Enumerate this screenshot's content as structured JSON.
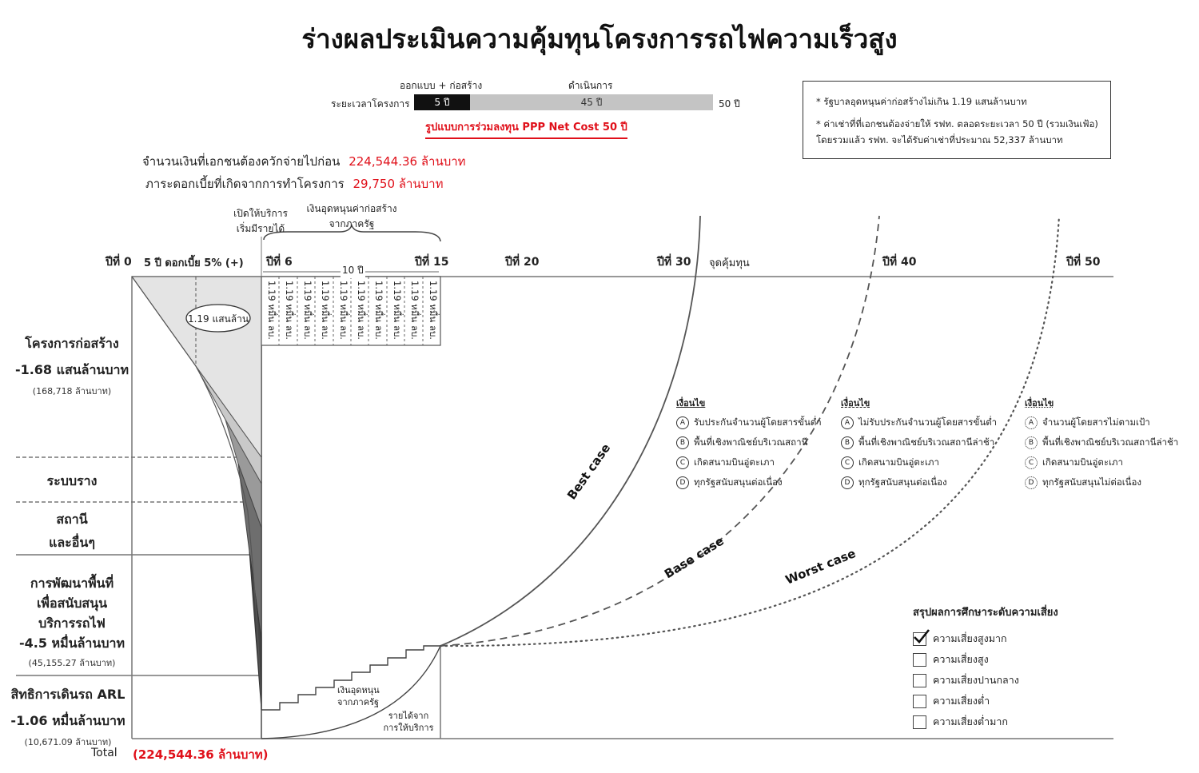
{
  "title": "ร่างผลประเมินความคุ้มทุนโครงการรถไฟความเร็วสูง",
  "timeline": {
    "label": "ระยะเวลาโครงการ",
    "phase1_label": "ออกแบบ + ก่อสร้าง",
    "phase2_label": "ดำเนินการ",
    "phase1_value": "5 ปี",
    "phase2_value": "45 ปี",
    "total": "50 ปี",
    "model": "รูปแบบการร่วมลงทุน PPP Net Cost 50 ปี"
  },
  "notes": [
    "* รัฐบาลอุดหนุนค่าก่อสร้างไม่เกิน 1.19 แสนล้านบาท",
    "* ค่าเช่าที่ที่เอกชนต้องจ่ายให้ รฟท. ตลอดระยะเวลา 50 ปี (รวมเงินเฟ้อ)",
    "โดยรวมแล้ว รฟท. จะได้รับค่าเช่าที่ประมาณ 52,337 ล้านบาท"
  ],
  "summary": {
    "upfront_label": "จำนวนเงินที่เอกชนต้องควักจ่ายไปก่อน",
    "upfront_value": "224,544.36 ล้านบาท",
    "interest_label": "ภาระดอกเบี้ยที่เกิดจากการทำโครงการ",
    "interest_value": "29,750 ล้านบาท"
  },
  "axis": {
    "y0": "ปีที่ 0",
    "interest": "5 ปี  ดอกเบี้ย 5% (+)",
    "y6": "ปีที่ 6",
    "y15": "ปีที่ 15",
    "y20": "ปีที่ 20",
    "y30": "ปีที่ 30",
    "breakeven": "จุดคุ้มทุน",
    "y40": "ปีที่ 40",
    "y50": "ปีที่ 50",
    "ten_years": "10 ปี",
    "open_service": "เปิดให้บริการ",
    "start_revenue": "เริ่มมีรายได้",
    "subsidy_top1": "เงินอุดหนุนค่าก่อสร้าง",
    "subsidy_top2": "จากภาครัฐ",
    "bubble": "1.19 แสนล้าน",
    "subsidy_unit": "1.19 หมื่น ลบ.",
    "subsidy_step1": "เงินอุดหนุน",
    "subsidy_step2": "จากภาครัฐ",
    "revenue1": "รายได้จาก",
    "revenue2": "การให้บริการ"
  },
  "segments": {
    "construction": "โครงการก่อสร้าง",
    "construction_value": "-1.68 แสนล้านบาท",
    "construction_sub": "(168,718 ล้านบาท)",
    "rail": "ระบบราง",
    "station1": "สถานี",
    "station2": "และอื่นๆ",
    "dev1": "การพัฒนาพื้นที่",
    "dev2": "เพื่อสนับสนุน",
    "dev3": "บริการรถไฟ",
    "dev_value": "-4.5 หมื่นล้านบาท",
    "dev_sub": "(45,155.27 ล้านบาท)",
    "arl": "สิทธิการเดินรถ ARL",
    "arl_value": "-1.06 หมื่นล้านบาท",
    "arl_sub": "(10,671.09 ล้านบาท)",
    "total_label": "Total",
    "total_value": "(224,544.36 ล้านบาท)"
  },
  "cases": [
    {
      "name": "Best case",
      "cond_title": "เงื่อนไข",
      "conditions": [
        {
          "letter": "A",
          "text": "รับประกันจำนวนผู้โดยสารขั้นต่ำ"
        },
        {
          "letter": "B",
          "text": "พื้นที่เชิงพาณิชย์บริเวณสถานี"
        },
        {
          "letter": "C",
          "text": "เกิดสนามบินอู่ตะเภา"
        },
        {
          "letter": "D",
          "text": "ทุกรัฐสนับสนุนต่อเนื่อง"
        }
      ]
    },
    {
      "name": "Base case",
      "cond_title": "เงื่อนไข",
      "conditions": [
        {
          "letter": "A",
          "text": "ไม่รับประกันจำนวนผู้โดยสารขั้นต่ำ"
        },
        {
          "letter": "B",
          "text": "พื้นที่เชิงพาณิชย์บริเวณสถานีล่าช้า"
        },
        {
          "letter": "C",
          "text": "เกิดสนามบินอู่ตะเภา"
        },
        {
          "letter": "D",
          "text": "ทุกรัฐสนับสนุนต่อเนื่อง"
        }
      ]
    },
    {
      "name": "Worst case",
      "cond_title": "เงื่อนไข",
      "conditions": [
        {
          "letter": "A",
          "text": "จำนวนผู้โดยสารไม่ตามเป้า"
        },
        {
          "letter": "B",
          "text": "พื้นที่เชิงพาณิชย์บริเวณสถานีล่าช้า"
        },
        {
          "letter": "C",
          "text": "เกิดสนามบินอู่ตะเภา"
        },
        {
          "letter": "D",
          "text": "ทุกรัฐสนับสนุนไม่ต่อเนื่อง"
        }
      ]
    }
  ],
  "risk": {
    "title": "สรุปผลการศึกษาระดับความเสี่ยง",
    "levels": [
      {
        "label": "ความเสี่ยงสูงมาก",
        "checked": true
      },
      {
        "label": "ความเสี่ยงสูง",
        "checked": false
      },
      {
        "label": "ความเสี่ยงปานกลาง",
        "checked": false
      },
      {
        "label": "ความเสี่ยงต่ำ",
        "checked": false
      },
      {
        "label": "ความเสี่ยงต่ำมาก",
        "checked": false
      }
    ]
  }
}
